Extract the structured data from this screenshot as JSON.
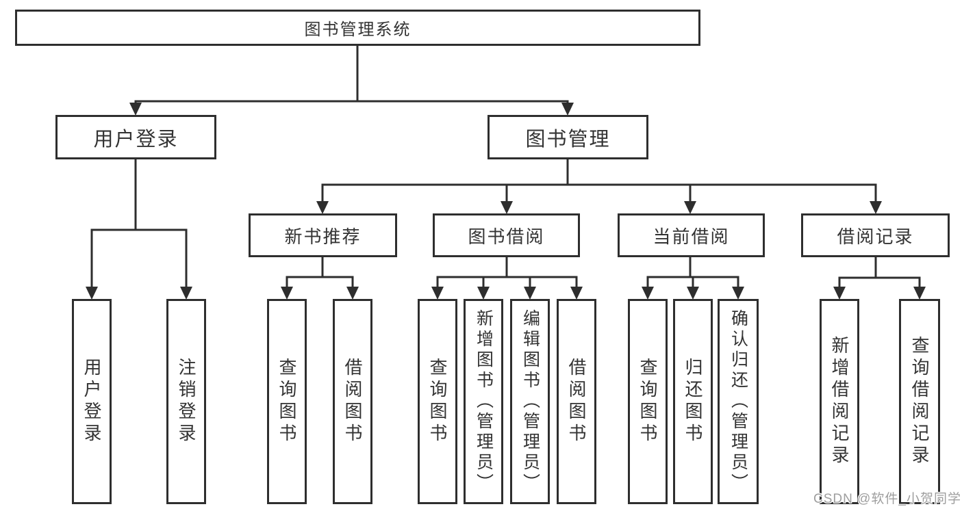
{
  "tree": {
    "root": {
      "label": "图书管理系统"
    },
    "level2": [
      {
        "label": "用户登录"
      },
      {
        "label": "图书管理"
      }
    ],
    "level3": [
      {
        "label": "新书推荐",
        "parent": "图书管理"
      },
      {
        "label": "图书借阅",
        "parent": "图书管理"
      },
      {
        "label": "当前借阅",
        "parent": "图书管理"
      },
      {
        "label": "借阅记录",
        "parent": "图书管理"
      }
    ],
    "leaves": [
      {
        "label": "用户登录",
        "parent": "用户登录"
      },
      {
        "label": "注销登录",
        "parent": "用户登录"
      },
      {
        "label": "查询图书",
        "parent": "新书推荐"
      },
      {
        "label": "借阅图书",
        "parent": "新书推荐"
      },
      {
        "label": "查询图书",
        "parent": "图书借阅"
      },
      {
        "label": "新增图书（管理员）",
        "parent": "图书借阅"
      },
      {
        "label": "编辑图书（管理员）",
        "parent": "图书借阅"
      },
      {
        "label": "借阅图书",
        "parent": "图书借阅"
      },
      {
        "label": "查询图书",
        "parent": "当前借阅"
      },
      {
        "label": "归还图书",
        "parent": "当前借阅"
      },
      {
        "label": "确认归还（管理员）",
        "parent": "当前借阅"
      },
      {
        "label": "新增借阅记录",
        "parent": "借阅记录"
      },
      {
        "label": "查询借阅记录",
        "parent": "借阅记录"
      }
    ]
  },
  "watermark": {
    "text": "CSDN @软件_小贺同学"
  },
  "colors": {
    "line": "#2e2e2e",
    "text": "#333333",
    "background": "#ffffff",
    "watermark": "#9e9e9e"
  }
}
